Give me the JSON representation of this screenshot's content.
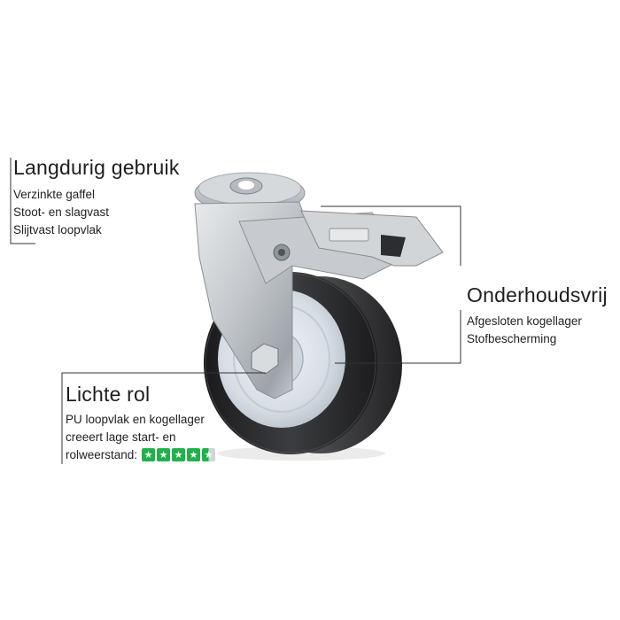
{
  "callouts": {
    "durability": {
      "title": "Langdurig gebruik",
      "lines": [
        "Verzinkte gaffel",
        "Stoot- en slagvast",
        "Slijtvast loopvlak"
      ]
    },
    "maintenance": {
      "title": "Onderhoudsvrij",
      "lines": [
        "Afgesloten kogellager",
        "Stofbescherming"
      ]
    },
    "light_roll": {
      "title": "Lichte rol",
      "lines": [
        "PU loopvlak en kogellager",
        "creeert lage start- en",
        "rolweerstand:"
      ],
      "rating": {
        "value": 4.5,
        "max": 5,
        "color": "#21b14c",
        "icon": "star-icon"
      }
    }
  },
  "colors": {
    "line": "#333333",
    "rating": "#21b14c"
  }
}
